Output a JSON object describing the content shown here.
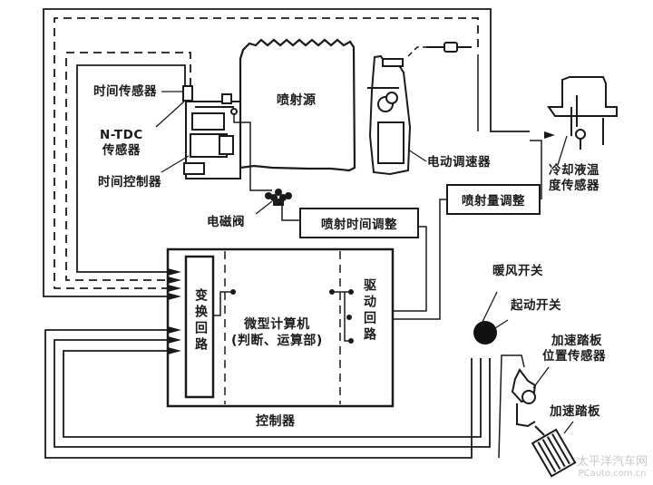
{
  "title": "电控柴油喷射系统组成示意图",
  "components": {
    "injection_pump": "喷射源",
    "timing_sensor": "时间传感器",
    "ntdc_sensor": [
      "N-TDC",
      "传感器"
    ],
    "timing_controller": "时间控制器",
    "solenoid_valve": "电磁阀",
    "electric_governor": "电动调速器",
    "coolant_temp_sensor": [
      "冷却液温",
      "度传感器"
    ],
    "injection_quantity_adjust": "喷射量调整",
    "injection_timing_adjust": "喷射时间调整",
    "heater_switch": "暖风开关",
    "start_switch": "起动开关",
    "accel_pedal_sensor": [
      "加速踏板",
      "位置传感器"
    ],
    "accel_pedal": "加速踏板"
  },
  "controller": {
    "label": "控制器",
    "conversion_circuit": "变换回路",
    "microcomputer": [
      "微型计算机",
      "(判断、运算部)"
    ],
    "drive_circuit": "驱动回路"
  },
  "watermark": {
    "line1": "太平洋汽车网",
    "line2": "PCauto.com.cn"
  }
}
